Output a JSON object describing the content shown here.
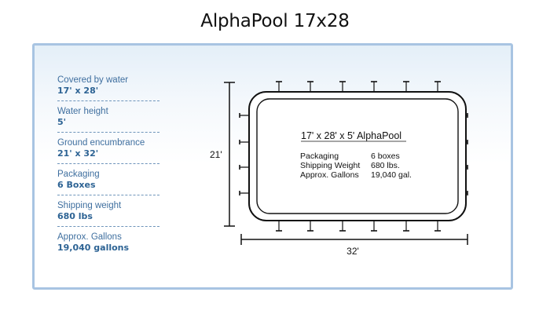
{
  "page": {
    "title": "AlphaPool 17x28"
  },
  "specs": [
    {
      "label": "Covered by water",
      "value": "17' x 28'"
    },
    {
      "label": "Water height",
      "value": "5'"
    },
    {
      "label": "Ground encumbrance",
      "value": "21' x 32'"
    },
    {
      "label": "Packaging",
      "value": "6 Boxes"
    },
    {
      "label": "Shipping weight",
      "value": "680 lbs"
    },
    {
      "label": "Approx. Gallons",
      "value": "19,040 gallons"
    }
  ],
  "diagram": {
    "title": "17' x 28' x 5' AlphaPool",
    "rows": [
      {
        "label": "Packaging",
        "value": "6 boxes"
      },
      {
        "label": "Shipping Weight",
        "value": "680 lbs."
      },
      {
        "label": "Approx. Gallons",
        "value": "19,040 gal."
      }
    ],
    "width_label": "32'",
    "height_label": "21'",
    "line_color": "#111111"
  },
  "colors": {
    "card_border": "#a8c4e2",
    "label": "#3f6f9f",
    "value": "#2d6394"
  }
}
